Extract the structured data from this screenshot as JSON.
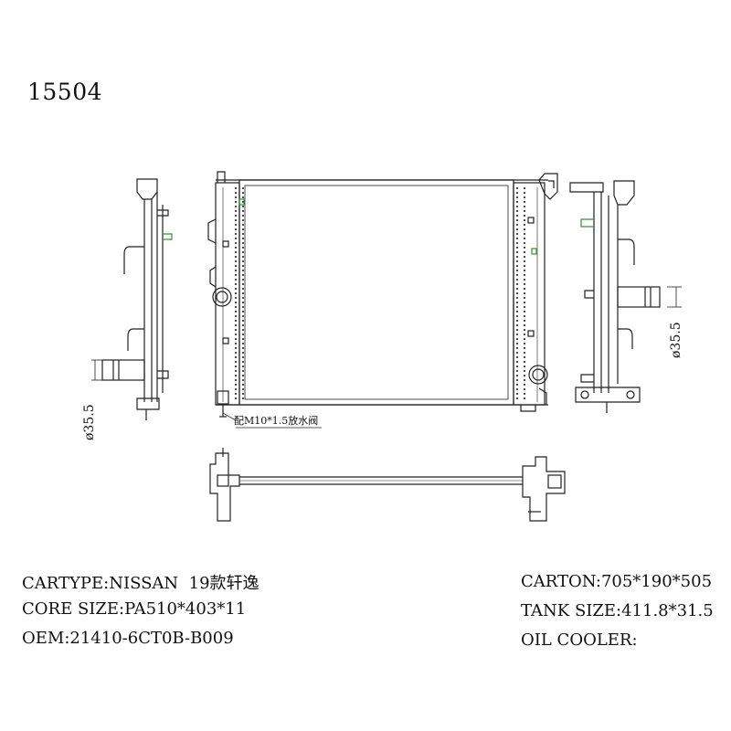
{
  "part_number": "15504",
  "drain_note": "配M10*1.5放水阀",
  "dims": {
    "left_outlet": "ø35.5",
    "right_inlet": "ø35.5"
  },
  "specs": {
    "cartype_label": "CARTYPE:",
    "cartype_value": "NISSAN  19款轩逸",
    "core_label": "CORE SIZE:",
    "core_value": "PA510*403*11",
    "oem_label": "OEM:",
    "oem_value": "21410-6CT0B-B009",
    "carton_label": "CARTON:",
    "carton_value": "705*190*505",
    "tank_label": "TANK SIZE:",
    "tank_value": "411.8*31.5",
    "oil_label": "OIL COOLER:",
    "oil_value": ""
  }
}
